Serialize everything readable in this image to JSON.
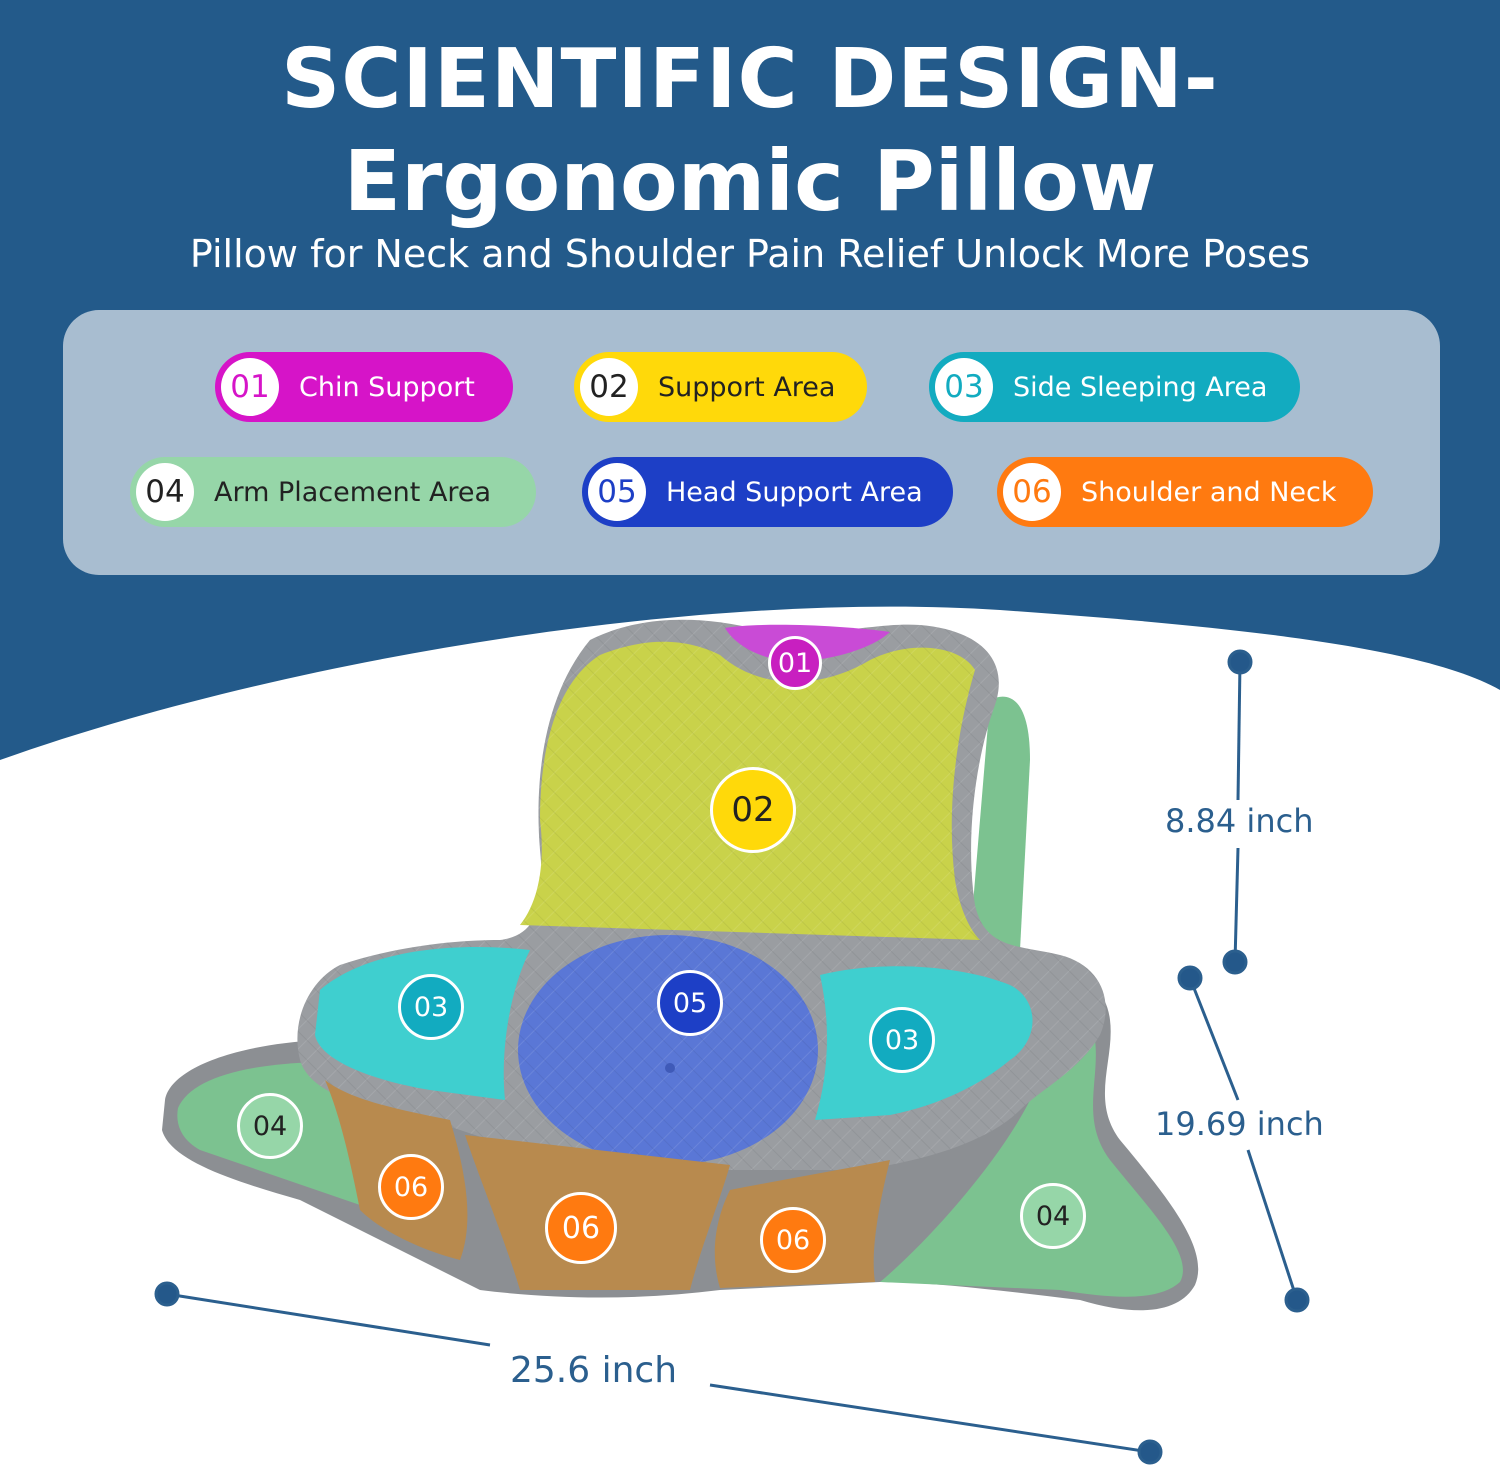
{
  "header": {
    "title_line1": "SCIENTIFIC DESIGN-",
    "title_line2": "Ergonomic Pillow",
    "subtitle": "Pillow for Neck and Shoulder Pain Relief Unlock More Poses"
  },
  "legend": [
    {
      "num": "01",
      "label": "Chin Support",
      "color": "#d614c8",
      "text_color": "#ffffff",
      "num_color": "#d614c8"
    },
    {
      "num": "02",
      "label": "Support Area",
      "color": "#ffd90a",
      "text_color": "#222222",
      "num_color": "#222222"
    },
    {
      "num": "03",
      "label": "Side Sleeping Area",
      "color": "#12abc0",
      "text_color": "#ffffff",
      "num_color": "#12abc0"
    },
    {
      "num": "04",
      "label": "Arm Placement Area",
      "color": "#96d6a8",
      "text_color": "#222222",
      "num_color": "#222222"
    },
    {
      "num": "05",
      "label": "Head Support Area",
      "color": "#1d3fc6",
      "text_color": "#ffffff",
      "num_color": "#1d3fc6"
    },
    {
      "num": "06",
      "label": "Shoulder and Neck",
      "color": "#ff7a10",
      "text_color": "#ffffff",
      "num_color": "#ff7a10"
    }
  ],
  "markers": {
    "m01": "01",
    "m02": "02",
    "m03a": "03",
    "m03b": "03",
    "m04a": "04",
    "m04b": "04",
    "m05": "05",
    "m06a": "06",
    "m06b": "06",
    "m06c": "06"
  },
  "dimensions": {
    "height": "8.84 inch",
    "depth": "19.69 inch",
    "width": "25.6 inch"
  },
  "colors": {
    "background": "#235a8a",
    "panel": "#a8bdd0",
    "pillow_gray": "#8c8f93",
    "support_area": "#c9d24a",
    "side_area": "#3fcfcf",
    "head_area": "#5a77d6",
    "arm_area": "#7cc290",
    "shoulder_area": "#b88a4e",
    "chin_area": "#c94bd6"
  }
}
